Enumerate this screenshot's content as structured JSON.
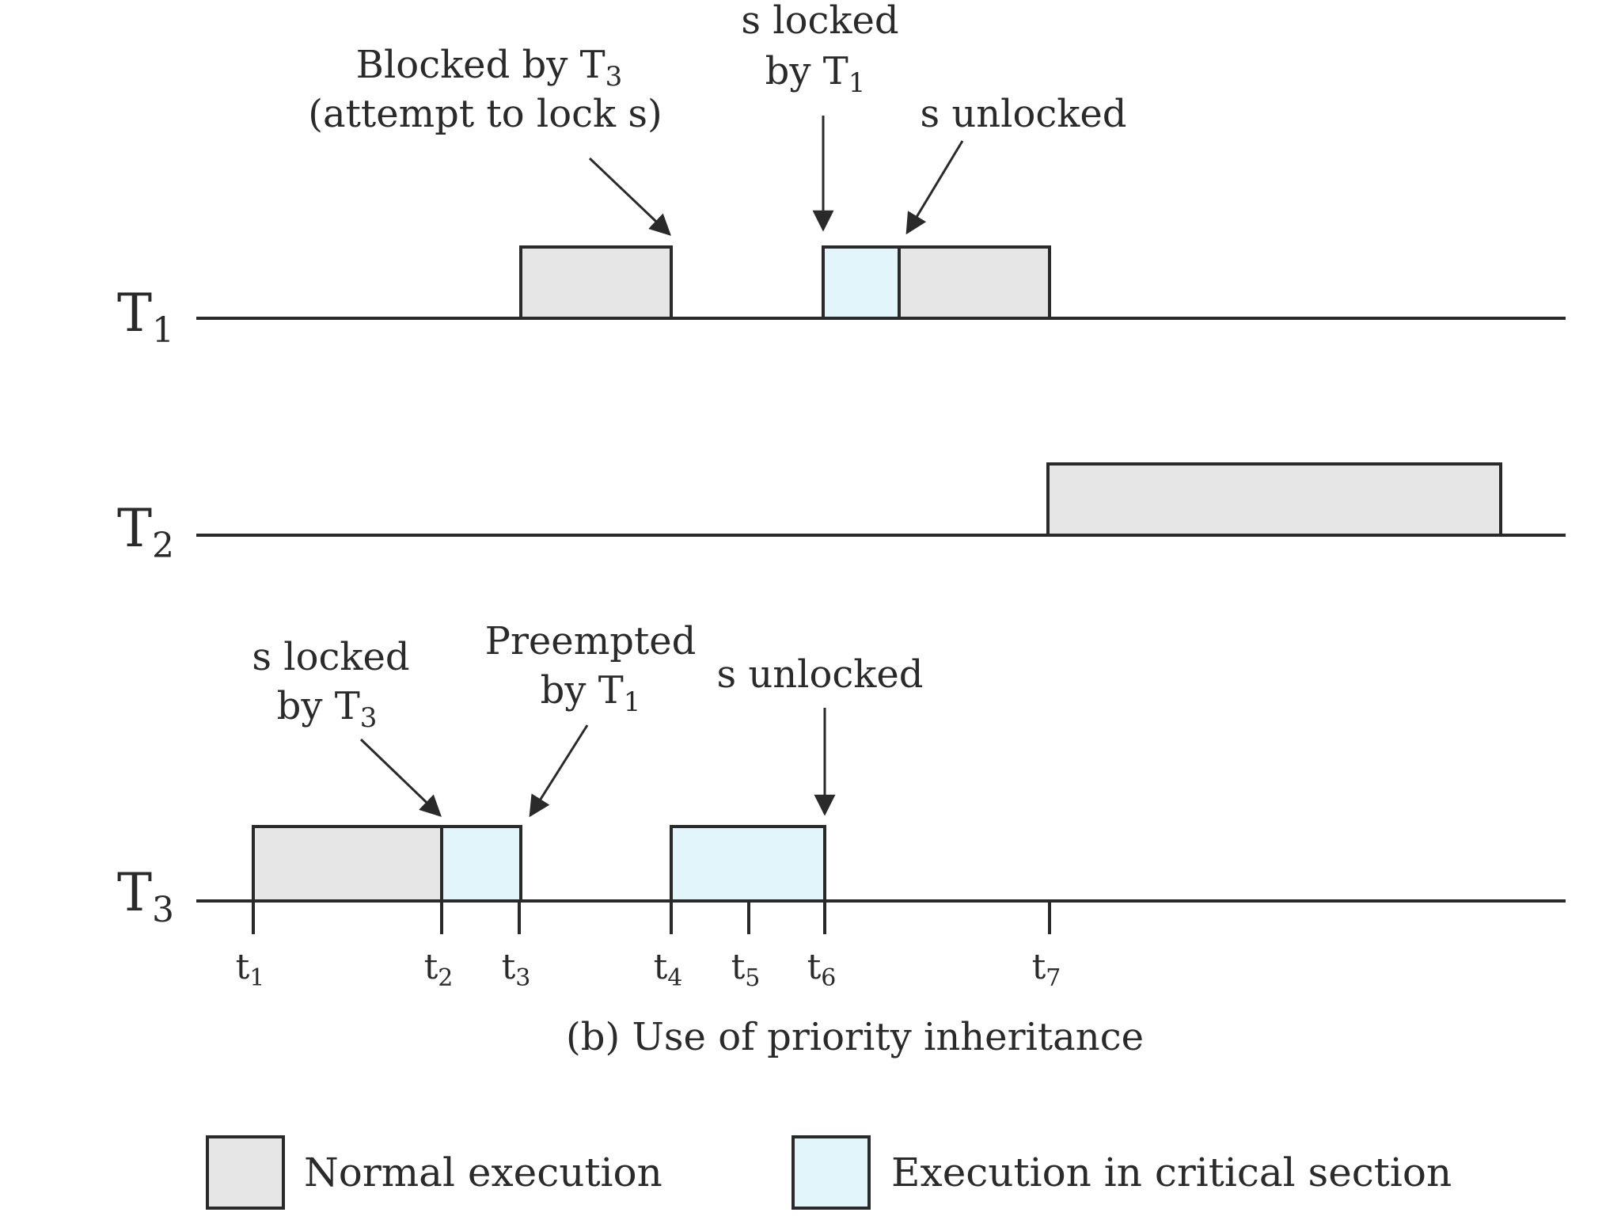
{
  "colors": {
    "normal": "#e6e6e6",
    "critical": "#e2f5fb",
    "stroke": "#2a2a2a"
  },
  "lanes": [
    {
      "id": "T1",
      "base": "T",
      "sub": "1"
    },
    {
      "id": "T2",
      "base": "T",
      "sub": "2"
    },
    {
      "id": "T3",
      "base": "T",
      "sub": "3"
    }
  ],
  "ticks": [
    {
      "base": "t",
      "sub": "1"
    },
    {
      "base": "t",
      "sub": "2"
    },
    {
      "base": "t",
      "sub": "3"
    },
    {
      "base": "t",
      "sub": "4"
    },
    {
      "base": "t",
      "sub": "5"
    },
    {
      "base": "t",
      "sub": "6"
    },
    {
      "base": "t",
      "sub": "7"
    }
  ],
  "annotations": {
    "t1_blocked_line1": "Blocked by T",
    "t1_blocked_line1_sub": "3",
    "t1_blocked_line2": "(attempt to lock s)",
    "t1_locked_line1": "s locked",
    "t1_locked_line2": "by T",
    "t1_locked_line2_sub": "1",
    "t1_unlocked": "s unlocked",
    "t3_locked_line1": "s locked",
    "t3_locked_line2": "by T",
    "t3_locked_line2_sub": "3",
    "t3_preempted_line1": "Preempted",
    "t3_preempted_line2": "by T",
    "t3_preempted_line2_sub": "1",
    "t3_unlocked": "s unlocked"
  },
  "caption": "(b) Use of priority inheritance",
  "legend": {
    "normal": "Normal execution",
    "critical": "Execution in critical section"
  }
}
